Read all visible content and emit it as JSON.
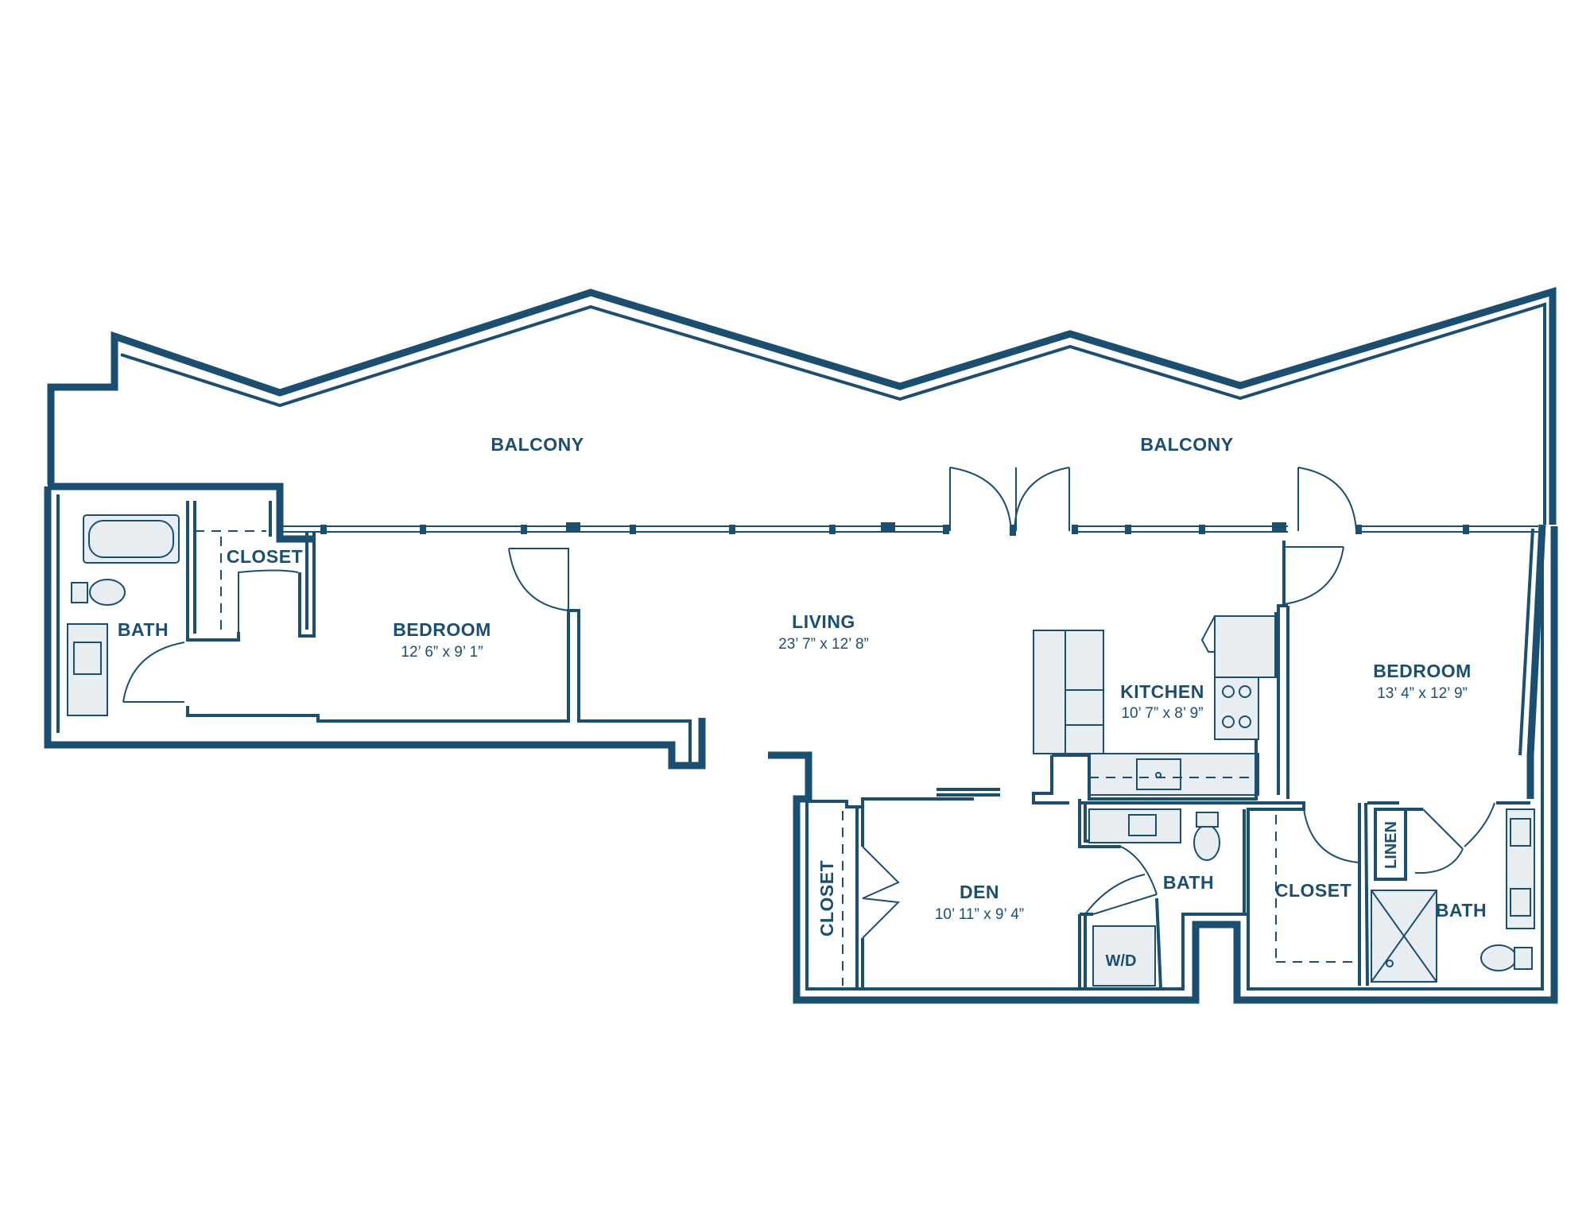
{
  "rooms": {
    "balcony_left": {
      "name": "BALCONY"
    },
    "balcony_right": {
      "name": "BALCONY"
    },
    "closet_top_left": {
      "name": "CLOSET"
    },
    "bath_left": {
      "name": "BATH"
    },
    "bedroom_left": {
      "name": "BEDROOM",
      "dims": "12’ 6” x 9’ 1”"
    },
    "living": {
      "name": "LIVING",
      "dims": "23’ 7” x 12’ 8”"
    },
    "kitchen": {
      "name": "KITCHEN",
      "dims": "10’ 7” x 8’ 9”"
    },
    "bedroom_right": {
      "name": "BEDROOM",
      "dims": "13’ 4” x 12’ 9”"
    },
    "den": {
      "name": "DEN",
      "dims": "10’ 11” x 9’ 4”"
    },
    "closet_den": {
      "name": "CLOSET"
    },
    "bath_center": {
      "name": "BATH"
    },
    "wd": {
      "name": "W/D"
    },
    "closet_right": {
      "name": "CLOSET"
    },
    "linen": {
      "name": "LINEN"
    },
    "bath_right": {
      "name": "BATH"
    }
  },
  "colors": {
    "wall": "#1a4f72",
    "fixture_fill": "#e8edf2",
    "background": "#ffffff"
  }
}
